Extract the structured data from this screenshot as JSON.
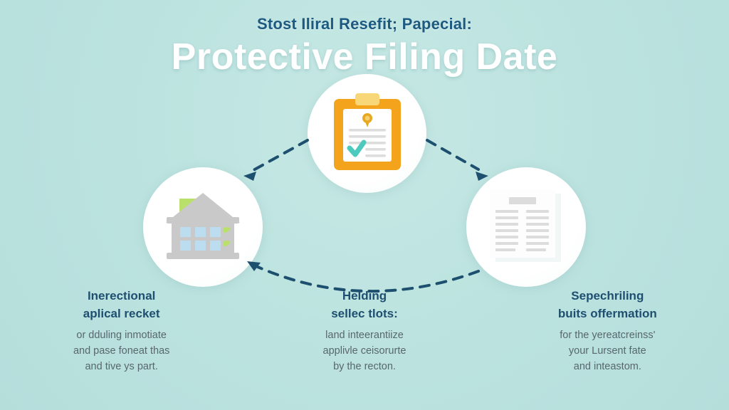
{
  "heading": {
    "eyebrow": "Stost Iliral Resefit; Papecial:",
    "headline": "Protective Filing Date"
  },
  "colors": {
    "background": "#bfe4e1",
    "eyebrow_text": "#1d5a82",
    "headline_text": "#ffffff",
    "caption_title": "#1f4f70",
    "caption_body": "#58676e",
    "arrow": "#1d4f6e",
    "clipboard_frame": "#f3a41c",
    "clipboard_clip": "#f7d778",
    "check": "#4ec9bd",
    "seal": "#e8a821",
    "building_body": "#c9c9c9",
    "building_window": "#bcdcef",
    "building_green": "#b9e06a",
    "document_paper": "#fdfdfd",
    "document_line": "#dcdcdc",
    "node_circle": "#ffffff"
  },
  "nodes": [
    {
      "id": "node-top",
      "icon": "clipboard-check-icon",
      "label": "Protective filing clipboard"
    },
    {
      "id": "node-left",
      "icon": "office-building-icon",
      "label": "Local office building"
    },
    {
      "id": "node-right",
      "icon": "documents-stack-icon",
      "label": "Stacked documents"
    }
  ],
  "captions": [
    {
      "title": "Inerectional\naplical recket",
      "title_line1": "Inerectional",
      "title_line2": "aplical recket",
      "body_line1": "or dduling inmotiate",
      "body_line2": "and pase foneat thas",
      "body_line3": "and tive ys part."
    },
    {
      "title_line1": "Helding",
      "title_line2": "sellec tlots:",
      "body_line1": "land inteerantiize",
      "body_line2": "applivle ceisorurte",
      "body_line3": "by the recton."
    },
    {
      "title_line1": "Sepechriling",
      "title_line2": "buits offermation",
      "body_line1": "for the yereatcreinss'",
      "body_line2": "your Lursent fate",
      "body_line3": "and inteastom."
    }
  ],
  "connectors": [
    {
      "id": "arrow-top-to-left",
      "from": "node-top",
      "to": "node-left",
      "style": "dashed"
    },
    {
      "id": "arrow-top-to-right",
      "from": "node-top",
      "to": "node-right",
      "style": "dashed"
    },
    {
      "id": "arrow-right-to-left",
      "from": "node-right",
      "to": "node-left",
      "style": "dashed"
    }
  ]
}
